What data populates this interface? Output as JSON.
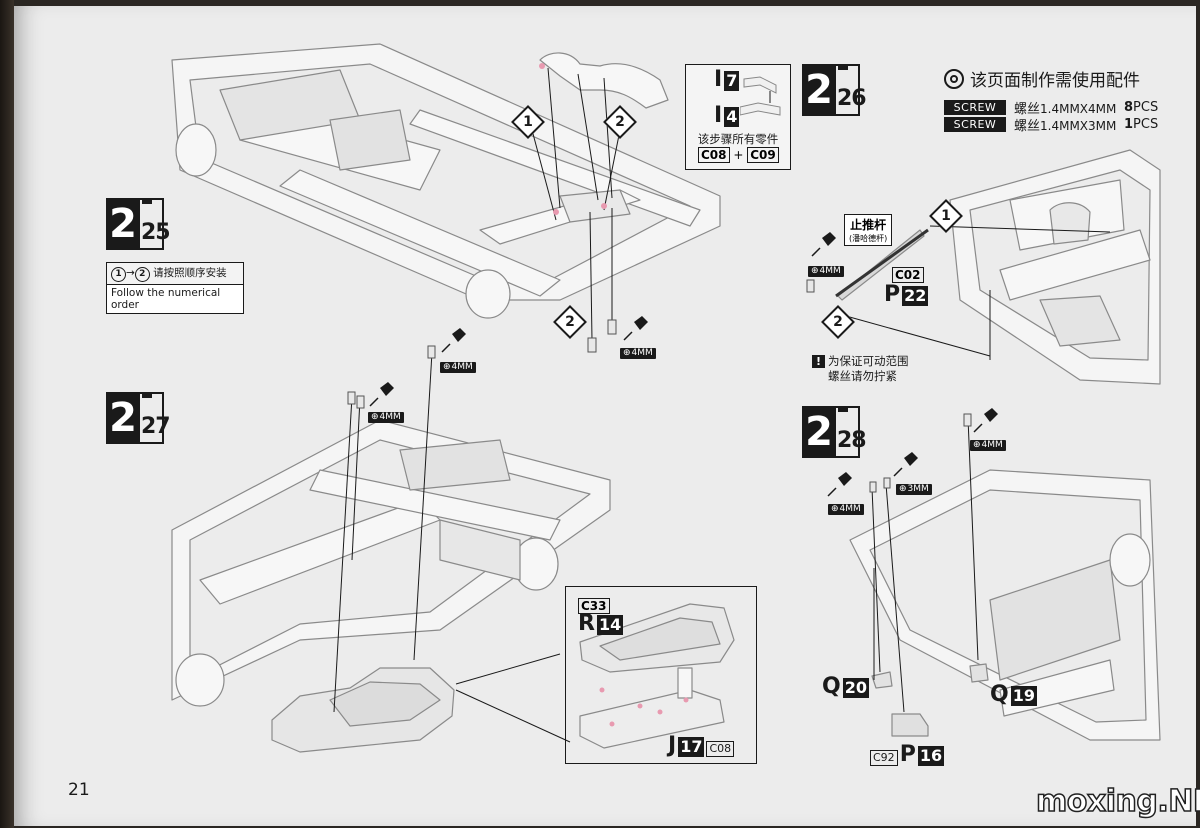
{
  "page": {
    "number": "21",
    "watermark": "moxing.NET"
  },
  "parts_needed": {
    "title": "该页面制作需使用配件",
    "screws": [
      {
        "tag": "SCREW",
        "name_zh": "螺丝",
        "size": "1.4MMX4MM",
        "qty": "8",
        "unit": "PCS"
      },
      {
        "tag": "SCREW",
        "name_zh": "螺丝",
        "size": "1.4MMX3MM",
        "qty": "1",
        "unit": "PCS"
      }
    ]
  },
  "steps": [
    {
      "id": "2-25",
      "main": "2",
      "sub": "25"
    },
    {
      "id": "2-26",
      "main": "2",
      "sub": "26"
    },
    {
      "id": "2-27",
      "main": "2",
      "sub": "27"
    },
    {
      "id": "2-28",
      "main": "2",
      "sub": "28"
    }
  ],
  "order_note": {
    "from": "1",
    "to": "2",
    "zh": "请按照顺序安装",
    "en": "Follow the numerical order"
  },
  "step25": {
    "markers": [
      "1",
      "2",
      "2"
    ],
    "inset": {
      "parts": [
        {
          "letter": "I",
          "num": "7"
        },
        {
          "letter": "I",
          "num": "4"
        }
      ],
      "note": "该步骤所有零件",
      "codes": [
        "C08",
        "C09"
      ],
      "plus": "+"
    },
    "screw_size": "4MM"
  },
  "step26": {
    "rod_name_zh": "止推杆",
    "rod_name_sub": "(潘哈德杆)",
    "markers": [
      "1",
      "2"
    ],
    "screw_size": "4MM",
    "part_code": "C02",
    "part_letter": "P",
    "part_num": "22",
    "warning": [
      "为保证可动范围",
      "螺丝请勿拧紧"
    ],
    "warning_mark": "!"
  },
  "step27": {
    "screw_sizes": [
      "4MM",
      "4MM"
    ],
    "inset_parts": {
      "top_code": "C33",
      "top_letter": "R",
      "top_num": "14",
      "bottom_letter": "J",
      "bottom_num": "17",
      "bottom_code": "C08"
    }
  },
  "step28": {
    "screw_sizes": [
      "4MM",
      "3MM",
      "4MM"
    ],
    "parts": [
      {
        "letter": "Q",
        "num": "20"
      },
      {
        "letter": "Q",
        "num": "19"
      },
      {
        "letter": "P",
        "num": "16",
        "code": "C92"
      }
    ]
  }
}
